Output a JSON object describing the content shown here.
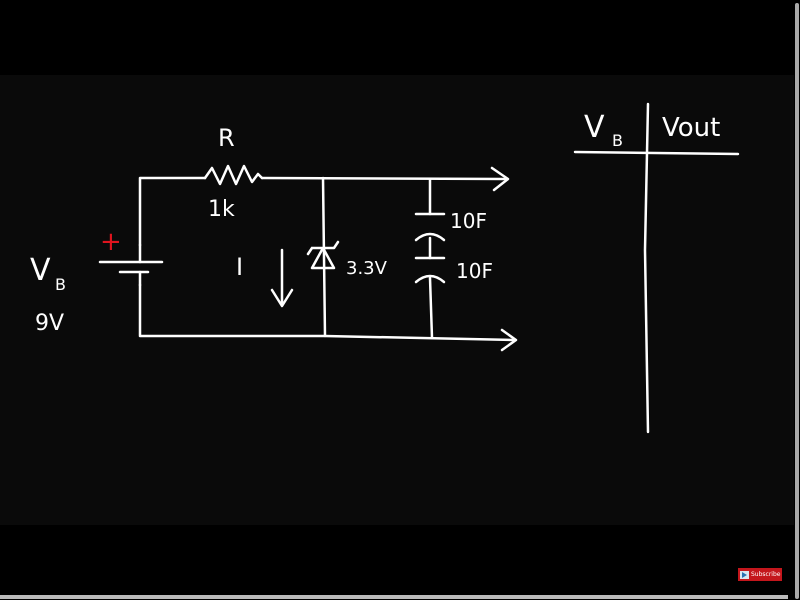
{
  "circuit": {
    "resistor_label": "R",
    "resistor_value": "1k",
    "source_label": "V",
    "source_subscript": "B",
    "source_value": "9V",
    "plus_sign": "+",
    "current_label": "I",
    "zener_value": "3.3V",
    "cap1_value": "10F",
    "cap2_value": "10F"
  },
  "table": {
    "col1": "V",
    "col1_subscript": "B",
    "col2": "Vout"
  },
  "subscribe": {
    "label": "Subscribe"
  },
  "colors": {
    "ink": "#ffffff",
    "plus": "#e0141e",
    "subscribe_bg": "#c4161c"
  }
}
